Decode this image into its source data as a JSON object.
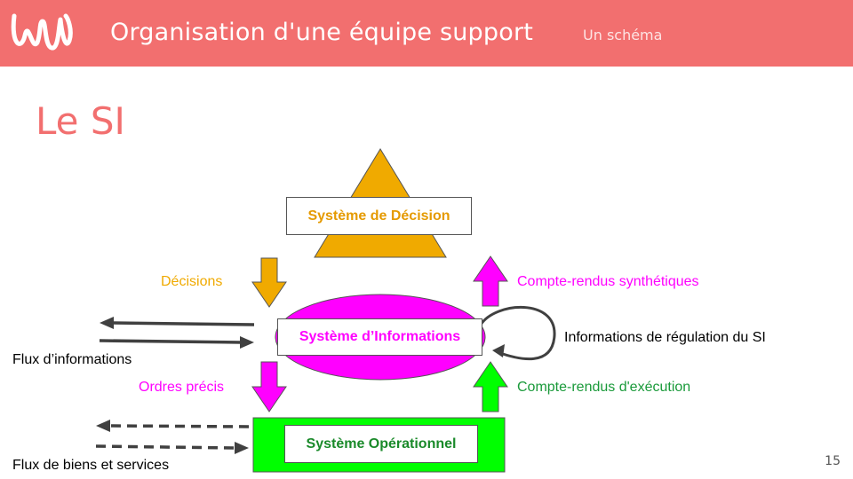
{
  "header": {
    "title": "Organisation d'une équipe support",
    "subtitle": "Un schéma"
  },
  "slide": {
    "title": "Le SI",
    "page_number": "15"
  },
  "diagram": {
    "decision_system": "Système de Décision",
    "information_system": "Système d’Informations",
    "operational_system": "Système Opérationnel",
    "decisions_label": "Décisions",
    "orders_label": "Ordres précis",
    "synthetic_reports_label": "Compte-rendus synthétiques",
    "execution_reports_label": "Compte-rendus d'exécution",
    "regulation_label": "Informations de régulation du SI",
    "information_flow_label": "Flux d’informations",
    "goods_flow_label": "Flux de biens et services"
  },
  "colors": {
    "header": "#f26f6f",
    "decision": "#f0aa00",
    "information": "#ff00ff",
    "operational": "#00ff00",
    "execution_text": "#1a9a3a",
    "operational_text": "#1a8a2a"
  }
}
